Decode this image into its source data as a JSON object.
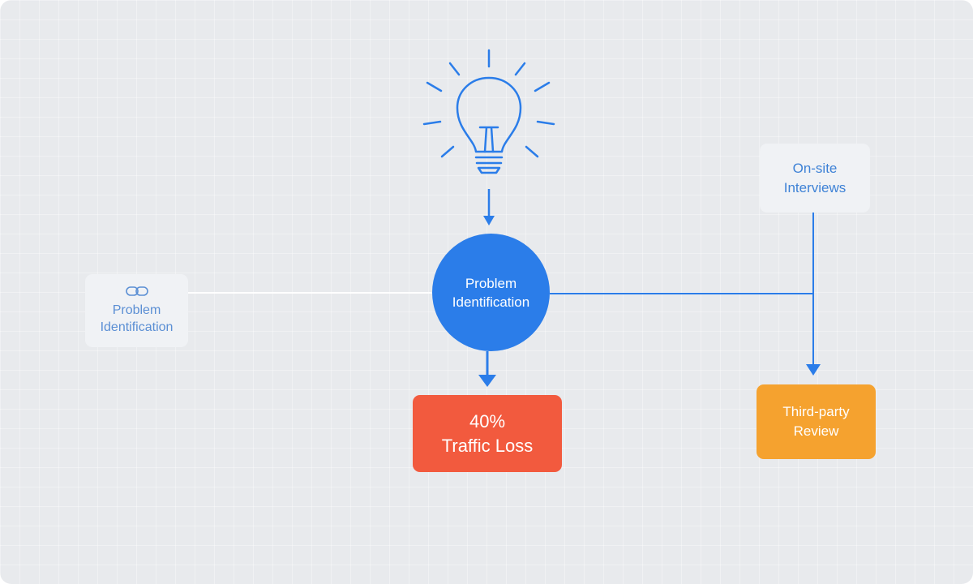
{
  "colors": {
    "accent_blue": "#2b7de9",
    "loss_red": "#f25a3e",
    "review_orange": "#f5a22f",
    "card_light": "#f0f2f5",
    "background": "#e8eaed"
  },
  "icons": {
    "idea": "lightbulb-icon",
    "link": "chain-link-icon"
  },
  "diagram": {
    "center_node": {
      "line1": "Problem",
      "line2": "Identification"
    },
    "left_node": {
      "line1": "Problem",
      "line2": "Identification"
    },
    "top_right_node": {
      "line1": "On-site",
      "line2": "Interviews"
    },
    "bottom_node": {
      "line1": "40%",
      "line2": "Traffic Loss"
    },
    "bottom_right_node": {
      "line1": "Third-party",
      "line2": "Review"
    }
  }
}
